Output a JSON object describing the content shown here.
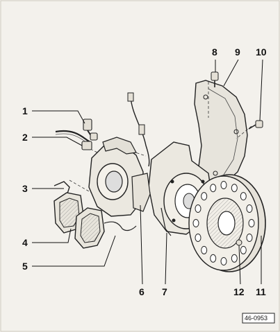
{
  "diagram": {
    "labels": [
      {
        "id": "1",
        "text": "1"
      },
      {
        "id": "2",
        "text": "2"
      },
      {
        "id": "3",
        "text": "3"
      },
      {
        "id": "4",
        "text": "4"
      },
      {
        "id": "5",
        "text": "5"
      },
      {
        "id": "6",
        "text": "6"
      },
      {
        "id": "7",
        "text": "7"
      },
      {
        "id": "8",
        "text": "8"
      },
      {
        "id": "9",
        "text": "9"
      },
      {
        "id": "10",
        "text": "10"
      },
      {
        "id": "11",
        "text": "11"
      },
      {
        "id": "12",
        "text": "12"
      }
    ],
    "reference_code": "46-0953"
  }
}
